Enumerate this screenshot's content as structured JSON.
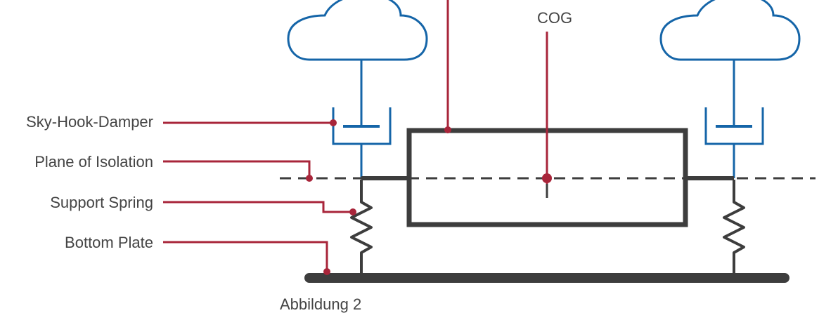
{
  "colors": {
    "blue": "#1565a8",
    "red": "#a8253a",
    "dark": "#3d3d3d",
    "text": "#444444"
  },
  "labels": {
    "cog": "COG",
    "sky_hook_damper": "Sky-Hook-Damper",
    "plane_of_isolation": "Plane of Isolation",
    "support_spring": "Support Spring",
    "bottom_plate": "Bottom Plate",
    "caption": "Abbildung 2"
  },
  "icons": {
    "left_cloud": "cloud-icon",
    "right_cloud": "cloud-icon",
    "left_spring": "spring-icon",
    "right_spring": "spring-icon",
    "left_damper": "damper-icon",
    "right_damper": "damper-icon"
  }
}
